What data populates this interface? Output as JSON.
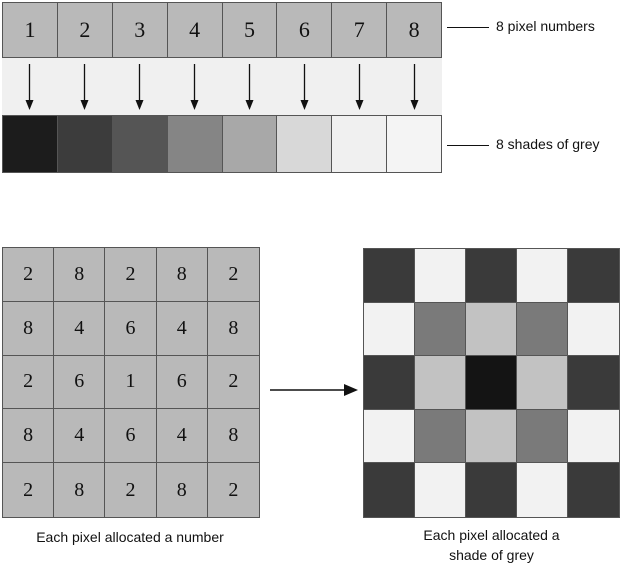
{
  "pixel_numbers": [
    "1",
    "2",
    "3",
    "4",
    "5",
    "6",
    "7",
    "8"
  ],
  "shades": [
    "#1c1c1c",
    "#3c3c3c",
    "#555555",
    "#858585",
    "#a8a8a8",
    "#d8d8d8",
    "#f0f0f0",
    "#f4f4f4"
  ],
  "labels": {
    "pixel_numbers": "8 pixel numbers",
    "shades": "8 shades of grey"
  },
  "grid_values": [
    [
      "2",
      "8",
      "2",
      "8",
      "2"
    ],
    [
      "8",
      "4",
      "6",
      "4",
      "8"
    ],
    [
      "2",
      "6",
      "1",
      "6",
      "2"
    ],
    [
      "8",
      "4",
      "6",
      "4",
      "8"
    ],
    [
      "2",
      "8",
      "2",
      "8",
      "2"
    ]
  ],
  "grid_shades": {
    "1": "#141414",
    "2": "#3a3a3a",
    "4": "#7a7a7a",
    "6": "#c2c2c2",
    "8": "#f2f2f2"
  },
  "number_grid_bg": "#b9b9b9",
  "captions": {
    "left": "Each pixel allocated a number",
    "right_line1": "Each pixel allocated a",
    "right_line2": "shade of grey"
  }
}
